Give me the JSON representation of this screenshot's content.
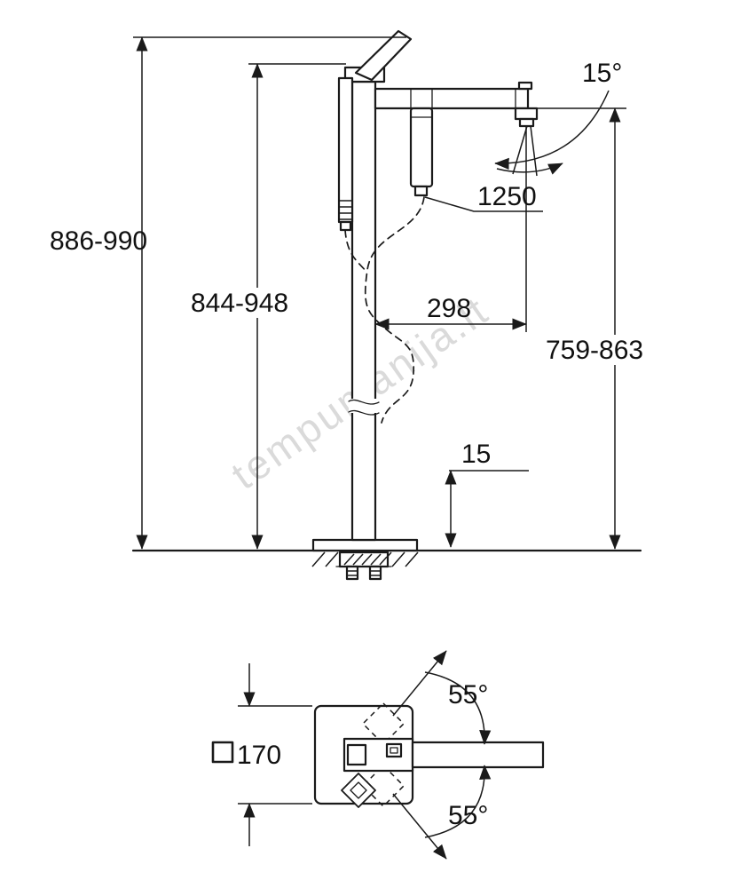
{
  "colors": {
    "background": "#ffffff",
    "line": "#1a1a1a",
    "watermark": "#c3c3c3"
  },
  "watermark": {
    "text": "tempumanija.lt"
  },
  "front_view": {
    "overall_height": "886-990",
    "mixer_height": "844-948",
    "spout_reach": "298",
    "spout_outlet_height": "759-863",
    "shower_hose_length": "1250",
    "spout_swivel_angle": "15°",
    "floor_thickness": "15"
  },
  "plan_view": {
    "base_plate_size": "170",
    "swivel_angle_upper": "55°",
    "swivel_angle_lower": "55°"
  }
}
